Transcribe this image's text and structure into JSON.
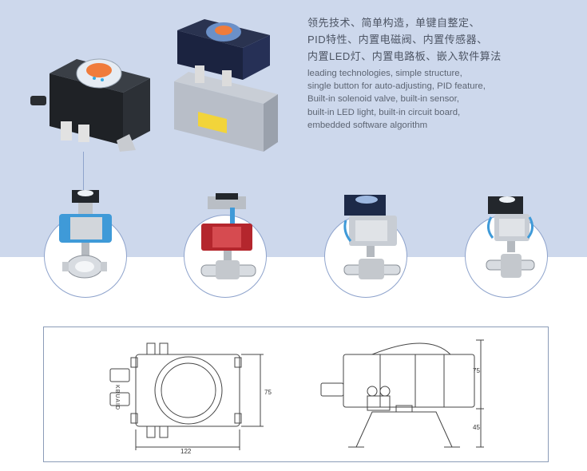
{
  "description": {
    "chinese_lines": [
      "领先技术、简单构造，单键自整定、",
      "PID特性、内置电磁阀、内置传感器、",
      "内置LED灯、内置电路板、嵌入软件算法"
    ],
    "english_lines": [
      "leading technologies, simple structure,",
      "single button for auto-adjusting, PID feature,",
      "Built-in solenoid valve, built-in sensor,",
      "built-in LED light, built-in circuit board,",
      "embedded software algorithm"
    ]
  },
  "drawing": {
    "front_width": "122",
    "front_height": "75",
    "side_top_height": "75",
    "side_bottom_height": "45",
    "logo_text": "KBUAID"
  },
  "colors": {
    "top_background": "#cdd8ec",
    "circle_border": "#8ea3cc",
    "actuator_blue": "#3f9ad8",
    "actuator_red": "#b4262d",
    "housing_black": "#23272c",
    "housing_navy": "#1d2a48"
  }
}
